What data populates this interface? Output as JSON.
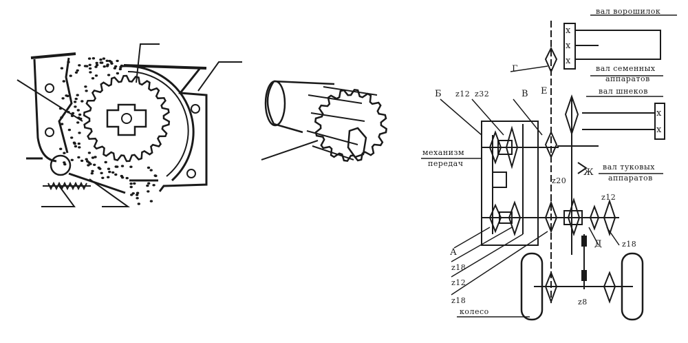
{
  "labels": {
    "val_voroshilok": "вал ворошилок",
    "val_semennyh": "вал семенных",
    "apparatov1": "аппаратов",
    "val_shnekov": "вал шнеков",
    "val_tukovyh": "вал туковых",
    "apparatov2": "аппаратов",
    "mechanism1": "механизм",
    "mechanism2": "передач",
    "koleso": "колесо",
    "G": "Г",
    "B_cyr": "Б",
    "V": "В",
    "E": "Е",
    "A": "А",
    "D": "Д",
    "Zh": "Ж",
    "z12_top": "z12",
    "z32": "z32",
    "z20": "z20",
    "z12_right": "z12",
    "z18_right": "z18",
    "z18_a": "z18",
    "z12_mid": "z12",
    "z18_b": "z18",
    "z8": "z8"
  }
}
